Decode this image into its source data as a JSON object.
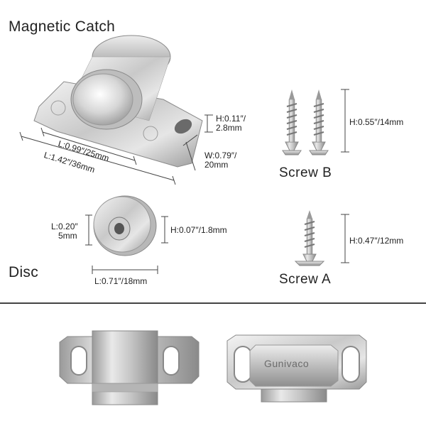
{
  "titles": {
    "magnetic_catch": "Magnetic  Catch",
    "disc": "Disc",
    "screw_b": "Screw  B",
    "screw_a": "Screw  A"
  },
  "catch_dims": {
    "height": "H:0.11″/",
    "height2": "2.8mm",
    "width": "W:0.79″/",
    "width2": "20mm",
    "length_inner": "L:0.99″/25mm",
    "length_outer": "L:1.42″/36mm"
  },
  "disc_dims": {
    "left": "L:0.20″",
    "left2": "5mm",
    "height": "H:0.07″/1.8mm",
    "length": "L:0.71″/18mm"
  },
  "screw_b_dims": {
    "height": "H:0.55″/14mm"
  },
  "screw_a_dims": {
    "height": "H:0.47″/12mm"
  },
  "brand_text": "Gunivaco"
}
